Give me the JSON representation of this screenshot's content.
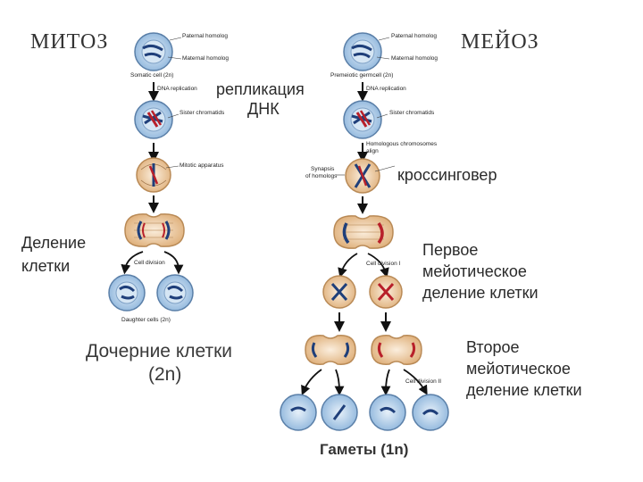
{
  "mitosis": {
    "title": "МИТОЗ",
    "paternal_homolog": "Paternal homolog",
    "maternal_homolog": "Maternal homolog",
    "somatic_cell": "Somatic cell (2n)",
    "dna_replication": "DNA replication",
    "sister_chromatids": "Sister chromatids",
    "mitotic_apparatus": "Mitotic apparatus",
    "cell_division": "Cell division",
    "daughter_cells": "Daughter cells (2n)",
    "replication_ru": [
      "репликация",
      "ДНК"
    ],
    "division_ru": [
      "Деление",
      "клетки"
    ],
    "daughter_ru": [
      "Дочерние клетки",
      "(2n)"
    ]
  },
  "meiosis": {
    "title": "МЕЙОЗ",
    "paternal_homolog": "Paternal homolog",
    "maternal_homolog": "Maternal homolog",
    "premeiotic_cell": "Premeiotic germcell (2n)",
    "dna_replication": "DNA replication",
    "sister_chromatids": "Sister chromatids",
    "homologous_align": [
      "Homologous chromosomes",
      "align"
    ],
    "synapsis": [
      "Synapsis",
      "of homologs"
    ],
    "crossing_over_ru": "кроссинговер",
    "cell_division_1": "Cell division I",
    "first_division_ru": [
      "Первое",
      "мейотическое",
      "деление клетки"
    ],
    "cell_division_2": "Cell division II",
    "second_division_ru": [
      "Второе",
      "мейотическое",
      "деление клетки"
    ],
    "gametes_ru": "Гаметы  (1n)"
  },
  "colors": {
    "chromosome_blue": "#1f3f7a",
    "chromosome_red": "#b8202a",
    "cell_fill_blue": "#b7d3ec",
    "cell_fill_orange": "#f2d3b0",
    "arrow": "#111111"
  }
}
